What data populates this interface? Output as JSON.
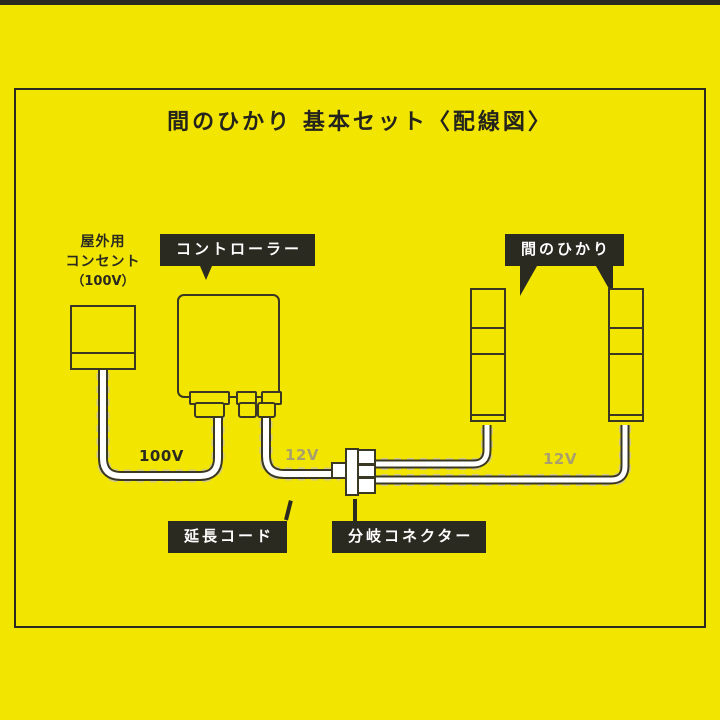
{
  "page": {
    "background_color": "#f2e500",
    "ink_color": "#2b2a21",
    "cable_color": "#3a3723",
    "cable_fill": "#ffffff"
  },
  "frame": {
    "present": true
  },
  "title": "間のひかり 基本セット〈配線図〉",
  "labels": {
    "outlet": {
      "line1": "屋外用",
      "line2": "コンセント",
      "line3": "（100V）"
    },
    "controller": "コントローラー",
    "light": "間のひかり",
    "extension_cord": "延長コード",
    "branch_connector": "分岐コネクター"
  },
  "voltages": {
    "mains": "100V",
    "low_left": "12V",
    "low_right": "12V"
  },
  "components": [
    {
      "name": "outdoor-outlet",
      "kind": "outlet"
    },
    {
      "name": "controller",
      "kind": "controller",
      "ports": 3
    },
    {
      "name": "branch-connector",
      "kind": "connector"
    },
    {
      "name": "light-left",
      "kind": "lamp"
    },
    {
      "name": "light-right",
      "kind": "lamp"
    }
  ]
}
